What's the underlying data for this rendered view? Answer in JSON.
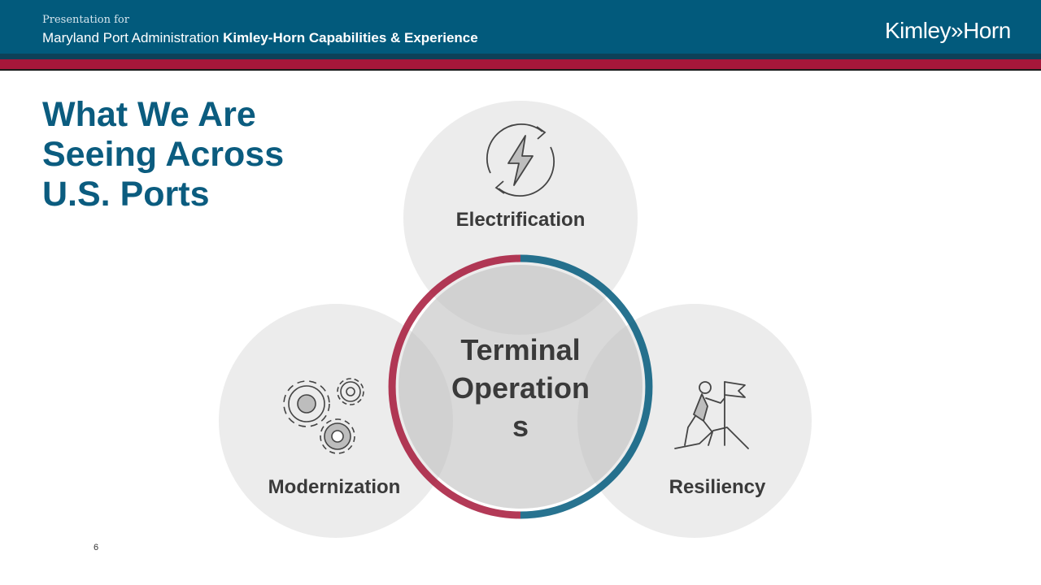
{
  "header": {
    "presentation_for": "Presentation for",
    "client": "Maryland Port Administration",
    "deck_title": "Kimley-Horn Capabilities & Experience",
    "logo_text": "Kimley»Horn"
  },
  "slide": {
    "title": "What We Are\nSeeing Across\nU.S. Ports",
    "page_number": "6"
  },
  "diagram": {
    "center": {
      "line1": "Terminal",
      "line2": "Operation",
      "line3": "s",
      "ring_colors": [
        "#a6173a",
        "#025a7c"
      ]
    },
    "circles": [
      {
        "label": "Electrification",
        "icon": "lightning-cycle-icon"
      },
      {
        "label": "Modernization",
        "icon": "gears-icon"
      },
      {
        "label": "Resiliency",
        "icon": "climber-flag-icon"
      }
    ]
  }
}
